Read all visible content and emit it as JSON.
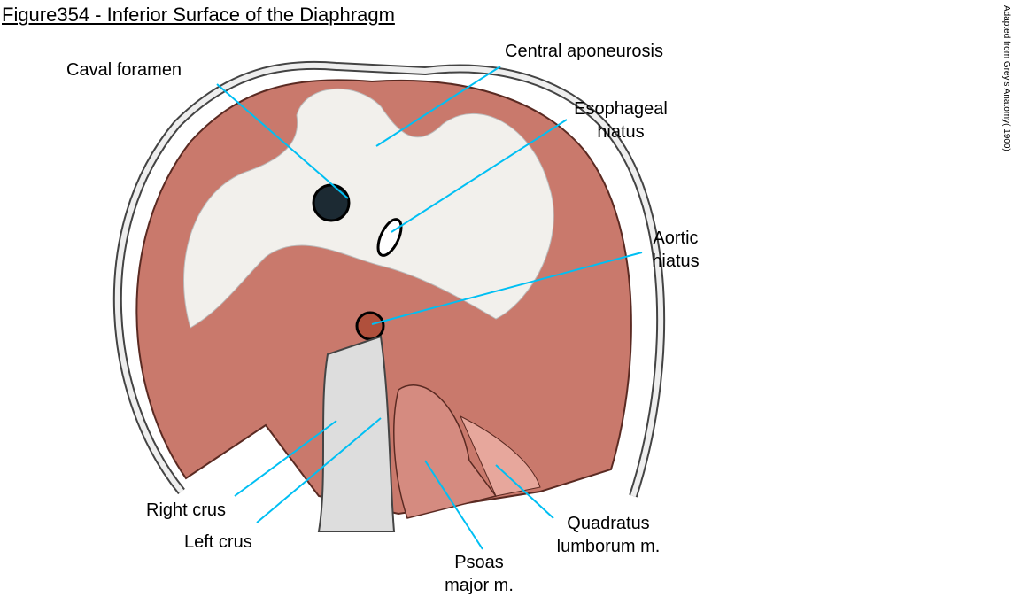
{
  "title": "Figure354 - Inferior Surface of the Diaphragm",
  "credit": "Adapted from Grey's Anatomy( 1900)",
  "colors": {
    "leader": "#00bff3",
    "muscle": "#c9796c",
    "tendon": "#f2f0ec",
    "outline": "#333333"
  },
  "labels": {
    "caval": "Caval foramen",
    "central": "Central aponeurosis",
    "esoph1": "Esophageal",
    "esoph2": "hiatus",
    "aortic1": "Aortic",
    "aortic2": "hiatus",
    "right_crus": "Right crus",
    "left_crus": "Left crus",
    "psoas1": "Psoas",
    "psoas2": "major m.",
    "quad1": "Quadratus",
    "quad2": "lumborum m."
  }
}
